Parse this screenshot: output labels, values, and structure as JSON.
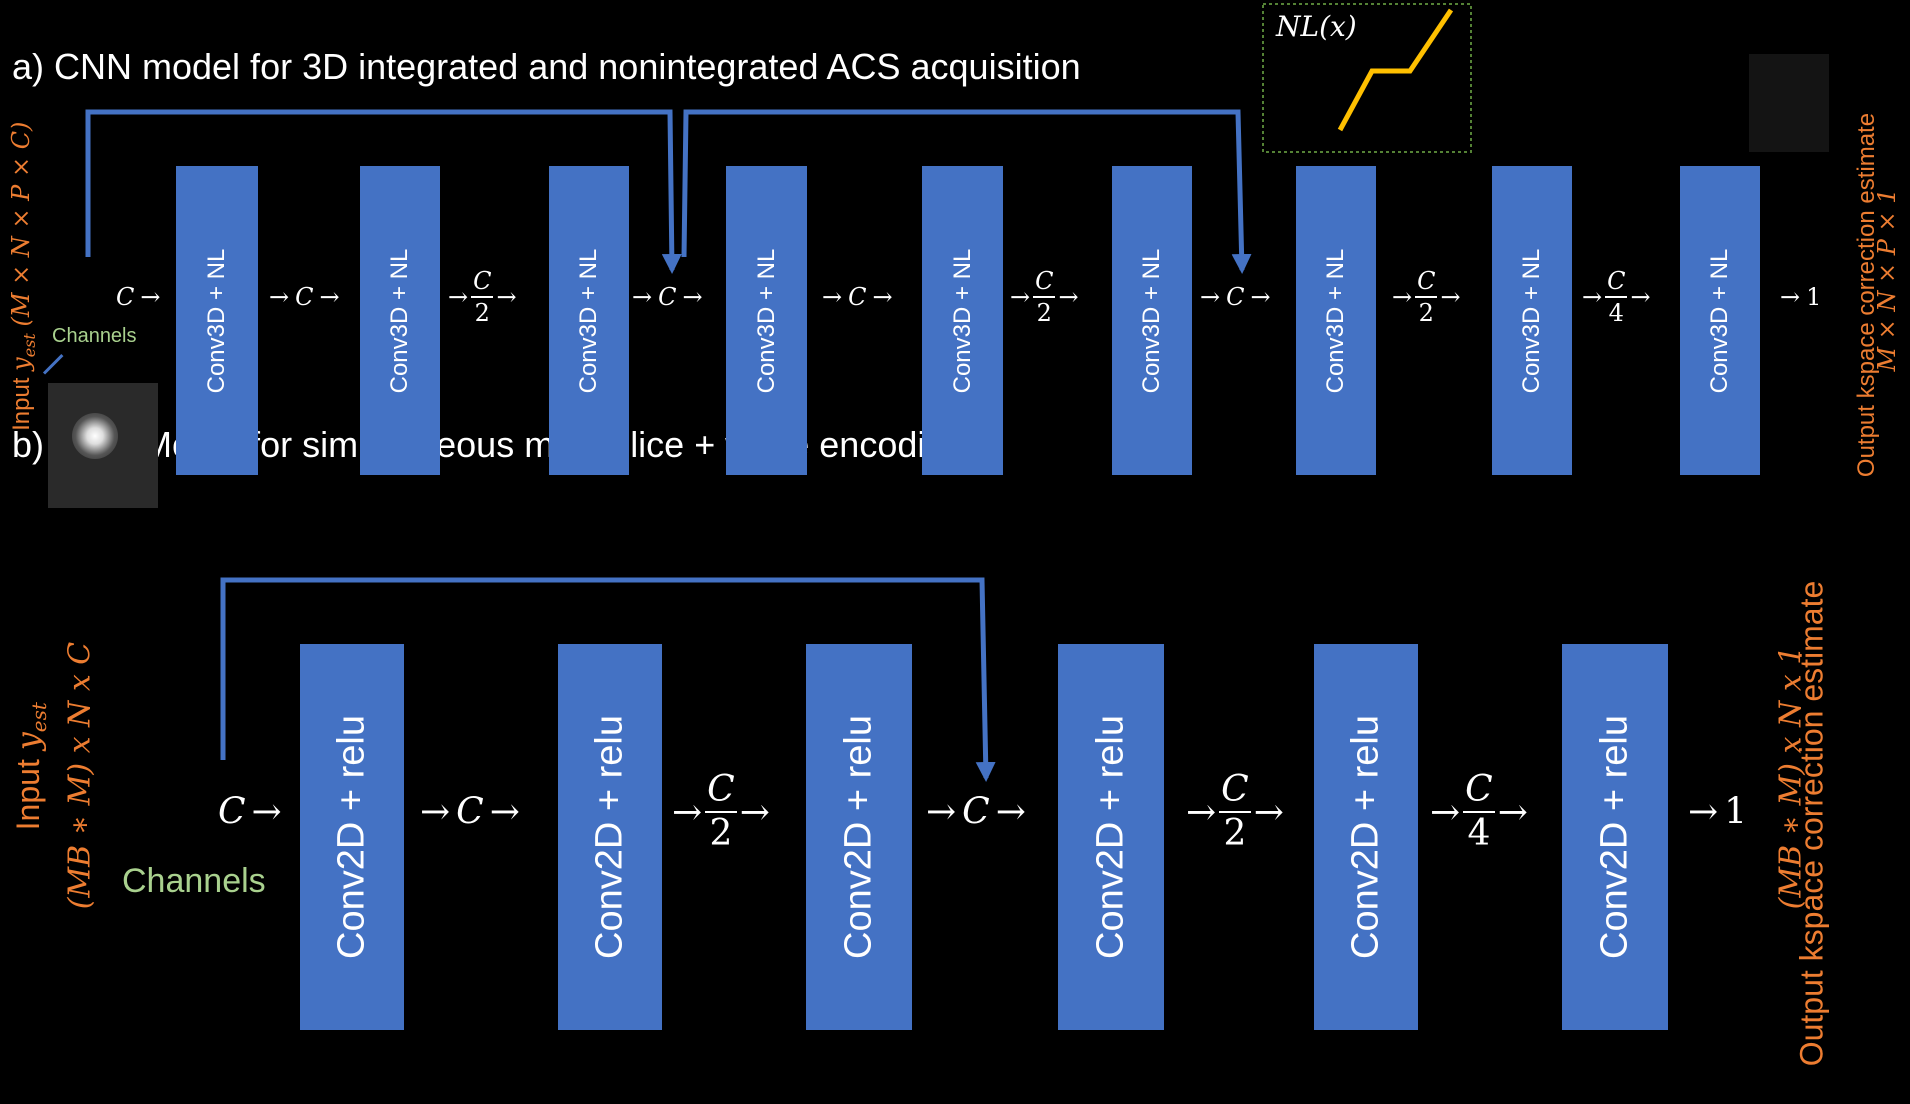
{
  "panel_a": {
    "title": "a) CNN model for 3D integrated and nonintegrated ACS acquisition",
    "block_label": "Conv3D + NL",
    "input_prefix": "Input",
    "input_symbol": "y",
    "input_subscript": "est",
    "input_dims": "(M × N × P × C)",
    "channels_label": "Channels",
    "output_title": "Output kspace correction estimate",
    "output_dims": "M × N × P × 1",
    "nl_label": "NL(x)",
    "colors": {
      "nl_curve": "#ffc000",
      "nl_box_border": "#548235"
    },
    "arrows": [
      {
        "pre": "",
        "num": "C",
        "den": "",
        "post": "→"
      },
      {
        "pre": "→",
        "num": "C",
        "den": "",
        "post": "→"
      },
      {
        "pre": "→",
        "num": "C",
        "den": "2",
        "post": "→"
      },
      {
        "pre": "→",
        "num": "C",
        "den": "",
        "post": "→"
      },
      {
        "pre": "→",
        "num": "C",
        "den": "",
        "post": "→"
      },
      {
        "pre": "→",
        "num": "C",
        "den": "2",
        "post": "→"
      },
      {
        "pre": "→",
        "num": "C",
        "den": "",
        "post": "→"
      },
      {
        "pre": "→",
        "num": "C",
        "den": "2",
        "post": "→"
      },
      {
        "pre": "→",
        "num": "C",
        "den": "4",
        "post": "→"
      },
      {
        "pre": "→",
        "num": "1",
        "den": "",
        "post": ""
      }
    ]
  },
  "panel_b": {
    "title": "b) CNN Model for simultaneous multi-slice + wave encoding",
    "block_label": "Conv2D + relu",
    "input_prefix": "Input",
    "input_symbol": "y",
    "input_subscript": "est",
    "input_dims": "(MB ∗ M)  x N x C",
    "channels_label": "Channels",
    "output_title": "Output kspace correction estimate",
    "output_dims": "(MB ∗ M)  x N x 1",
    "arrows": [
      {
        "pre": "",
        "num": "C",
        "den": "",
        "post": "→"
      },
      {
        "pre": "→",
        "num": "C",
        "den": "",
        "post": "→"
      },
      {
        "pre": "→",
        "num": "C",
        "den": "2",
        "post": "→"
      },
      {
        "pre": "→",
        "num": "C",
        "den": "",
        "post": "→"
      },
      {
        "pre": "→",
        "num": "C",
        "den": "2",
        "post": "→"
      },
      {
        "pre": "→",
        "num": "C",
        "den": "4",
        "post": "→"
      },
      {
        "pre": "→",
        "num": "1",
        "den": "",
        "post": ""
      }
    ]
  },
  "colors": {
    "block": "#4472c4",
    "skip": "#4472c4",
    "orange": "#ed7d31",
    "green": "#a9d18e"
  }
}
